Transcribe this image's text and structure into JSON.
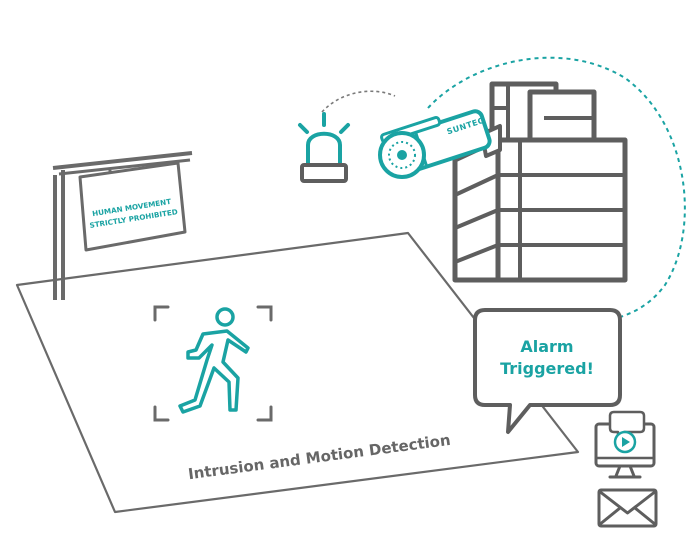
{
  "sign": {
    "line1": "HUMAN MOVEMENT",
    "line2": "STRICTLY PROHIBITED"
  },
  "camera": {
    "brand": "SUNTEC"
  },
  "zone": {
    "label": "Intrusion and Motion Detection"
  },
  "bubble": {
    "line1": "Alarm",
    "line2": "Triggered!"
  },
  "icons": {
    "walker": "walking-person-icon",
    "siren": "alarm-siren-icon",
    "camera": "cctv-camera-icon",
    "building": "office-building-icon",
    "monitor": "video-monitor-icon",
    "email": "email-envelope-icon"
  },
  "colors": {
    "accent": "#1aa3a3",
    "outline": "#5e5e5e",
    "detection_frame": "#6a6a6a",
    "text": "#666666"
  }
}
